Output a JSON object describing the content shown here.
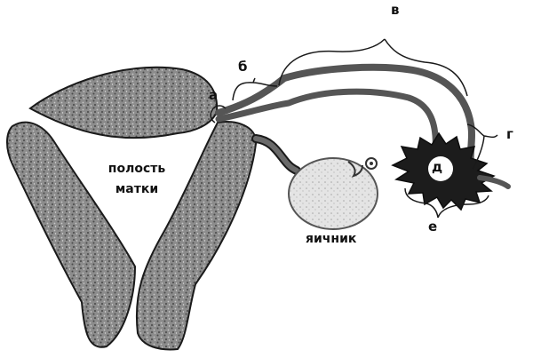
{
  "labels": {
    "cavity_line1": "полость",
    "cavity_line2": "матки",
    "ovary": "яичник",
    "a": "а",
    "b": "б",
    "v": "в",
    "g": "г",
    "d": "д",
    "e": "е"
  },
  "colors": {
    "tissue": "#8c8c8c",
    "tissue_outline": "#1a1a1a",
    "tube": "#555555",
    "fimbriae": "#1c1c1c",
    "ovary": "#e4e4e4",
    "background": "#ffffff"
  }
}
